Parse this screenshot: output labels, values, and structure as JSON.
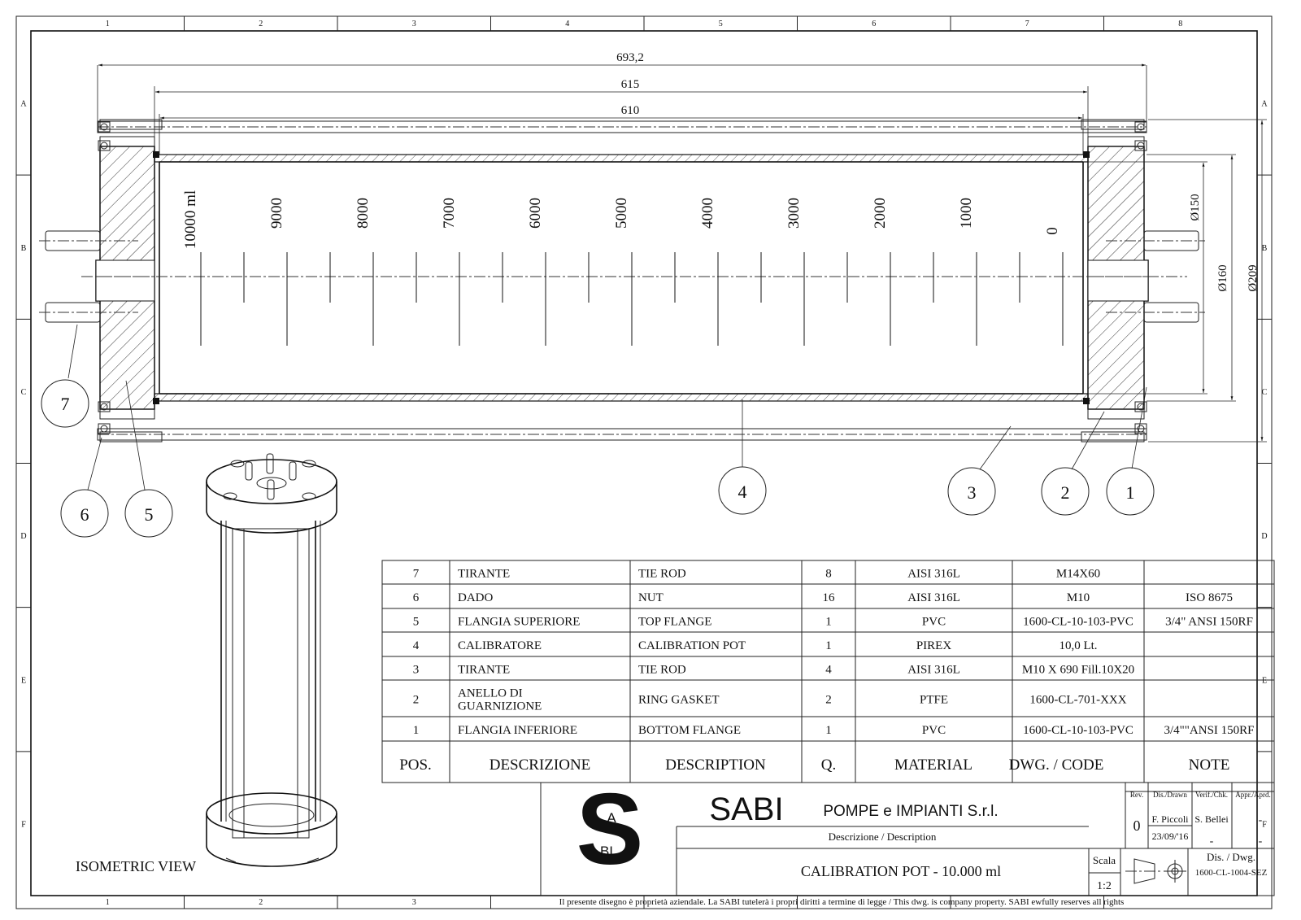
{
  "border": {
    "columns": [
      "1",
      "2",
      "3",
      "4",
      "5",
      "6",
      "7",
      "8"
    ],
    "rows": [
      "A",
      "B",
      "C",
      "D",
      "E",
      "F"
    ]
  },
  "dimensions": {
    "overall": "693,2",
    "inner": "615",
    "tube": "610",
    "d150": "Ø150",
    "d160": "Ø160",
    "d209": "Ø209"
  },
  "graduations": [
    "10000 ml",
    "9000",
    "8000",
    "7000",
    "6000",
    "5000",
    "4000",
    "3000",
    "2000",
    "1000",
    "0"
  ],
  "balloons": [
    "7",
    "6",
    "5",
    "4",
    "3",
    "2",
    "1"
  ],
  "isometric_label": "ISOMETRIC VIEW",
  "bom": {
    "rows": [
      {
        "pos": "7",
        "descrizione": "TIRANTE",
        "description": "TIE ROD",
        "q": "8",
        "material": "AISI 316L",
        "code": "M14X60",
        "note": ""
      },
      {
        "pos": "6",
        "descrizione": "DADO",
        "description": "NUT",
        "q": "16",
        "material": "AISI 316L",
        "code": "M10",
        "note": "ISO 8675"
      },
      {
        "pos": "5",
        "descrizione": "FLANGIA SUPERIORE",
        "description": "TOP FLANGE",
        "q": "1",
        "material": "PVC",
        "code": "1600-CL-10-103-PVC",
        "note": "3/4\" ANSI 150RF"
      },
      {
        "pos": "4",
        "descrizione": "CALIBRATORE",
        "description": "CALIBRATION POT",
        "q": "1",
        "material": "PIREX",
        "code": "10,0 Lt.",
        "note": ""
      },
      {
        "pos": "3",
        "descrizione": "TIRANTE",
        "description": "TIE ROD",
        "q": "4",
        "material": "AISI 316L",
        "code": "M10 X 690 Fill.10X20",
        "note": ""
      },
      {
        "pos": "2",
        "descrizione": "ANELLO DI GUARNIZIONE",
        "descrizione_1": "ANELLO DI",
        "descrizione_2": "GUARNIZIONE",
        "description": "RING GASKET",
        "q": "2",
        "material": "PTFE",
        "code": "1600-CL-701-XXX",
        "note": ""
      },
      {
        "pos": "1",
        "descrizione": "FLANGIA INFERIORE",
        "description": "BOTTOM FLANGE",
        "q": "1",
        "material": "PVC",
        "code": "1600-CL-10-103-PVC",
        "note": "3/4\"\"ANSI 150RF"
      }
    ],
    "header": {
      "pos": "POS.",
      "descrizione": "DESCRIZIONE",
      "description": "DESCRIPTION",
      "q": "Q.",
      "material": "MATERIAL",
      "code": "DWG. / CODE",
      "note": "NOTE"
    }
  },
  "title_block": {
    "logo_top": "A",
    "logo_bottom": "BI",
    "company": "SABI",
    "company_sub": "POMPE e IMPIANTI S.r.l.",
    "desc_label": "Descrizione / Description",
    "title": "CALIBRATION POT - 10.000 ml",
    "scala_label": "Scala",
    "scala": "1:2",
    "rev_label": "Rev.",
    "rev": "0",
    "drawn_label": "Dis./Drawn",
    "drawn": "F. Piccoli",
    "date": "23/09/'16",
    "checked_label": "Verif./Chk.",
    "checked": "S. Bellei",
    "approved_label": "Appr./Aprd.",
    "dash": "-",
    "dwg_label": "Dis. / Dwg.",
    "dwg": "1600-CL-1004-SEZ"
  },
  "disclaimer": "Il presente disegno è proprietà aziendale. La SABI tutelerà i propri diritti a termine di legge / This dwg. is company  property. SABI ewfully  reserves all rights"
}
